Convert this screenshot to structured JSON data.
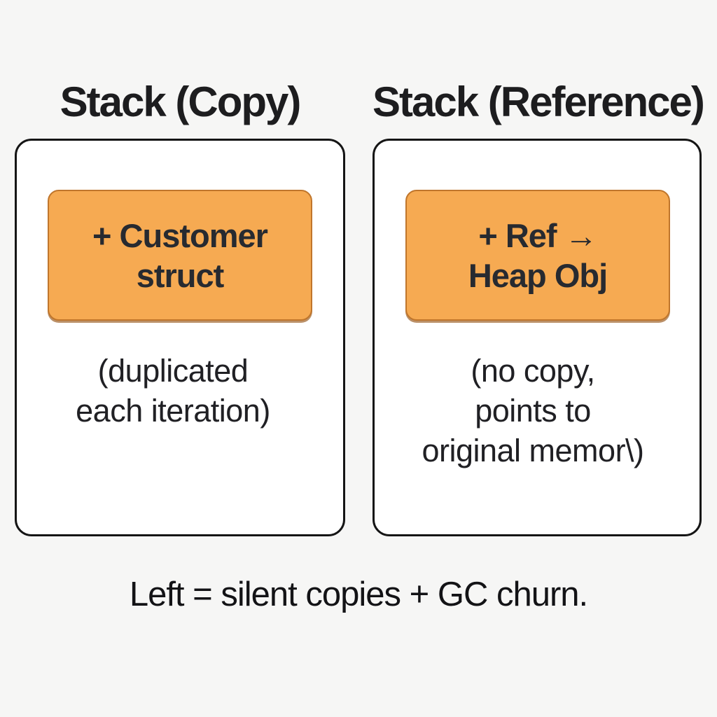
{
  "colors": {
    "background": "#f6f6f5",
    "panel_fill": "#ffffff",
    "panel_border": "#151515",
    "box_fill": "#f6aa52",
    "box_border": "#c0762c",
    "box_text": "#272a30",
    "text": "#1d1d1f"
  },
  "panels": [
    {
      "title": "Stack (Copy)",
      "box_label": "+ Customer\nstruct",
      "note": "(duplicated\neach iteration)"
    },
    {
      "title": "Stack (Reference)",
      "box_label": "+ Ref →\nHeap Obj",
      "note": "(no copy,\npoints to\noriginal memor\\)"
    }
  ],
  "caption": "Left = silent copies + GC churn."
}
